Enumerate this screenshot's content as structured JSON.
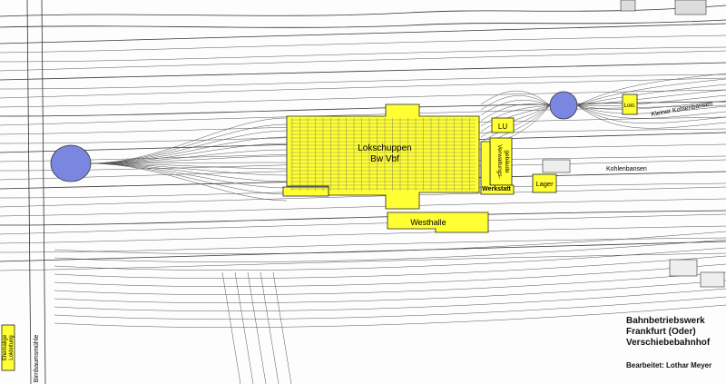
{
  "buildings": {
    "lokschuppen_line1": "Lokschuppen",
    "lokschuppen_line2": "Bw Vbf",
    "westhalle": "Westhalle",
    "werkstatt": "Werkstatt",
    "verwaltung": "Verwaltungs-gebäude",
    "lager": "Lager",
    "lu": "LU",
    "lokl": "Lokl.",
    "ehem_lokleitung": "Ehemalige Lokleitung"
  },
  "map_labels": {
    "kleiner_kohlenbansen": "Kleiner Kohlenbansen",
    "kohlenbansen": "Kohlenbansen",
    "birnbaumsmuehle": "Birnbaumsmühle"
  },
  "legend": {
    "title_line1": "Bahnbetriebswerk",
    "title_line2": "Frankfurt (Oder)",
    "title_line3": "Verschiebebahnhof",
    "editor": "Bearbeitet: Lothar Meyer"
  },
  "colors": {
    "building": "#ffff33",
    "turntable": "#7b86e0",
    "track": "#333333"
  }
}
